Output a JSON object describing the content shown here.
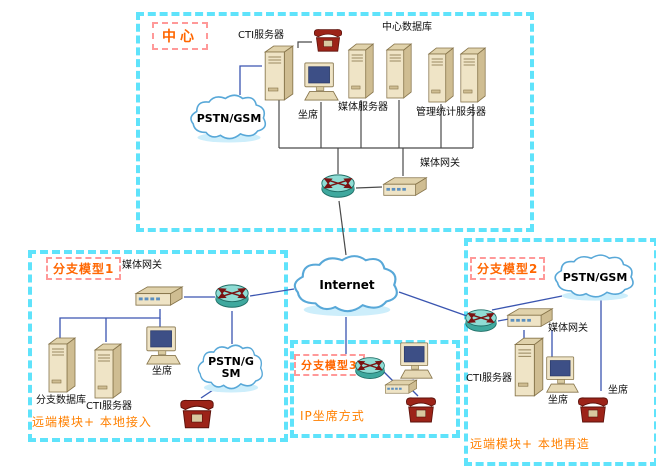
{
  "colors": {
    "group_border": "#5fe3fb",
    "tag_border": "#ff9999",
    "tag_text": "#ff6600",
    "caption_text": "#ff8000",
    "wire_blue": "#3a55b0",
    "wire_dark": "#4a4a4a"
  },
  "icons": {
    "server-icon": "beige tower server case",
    "workstation-icon": "crt monitor with keyboard",
    "phone-icon": "dark red desk telephone",
    "router-icon": "teal cylinder with crossed arrows",
    "switch-icon": "flat beige gateway box",
    "cloud-icon": "blue outlined network cloud"
  },
  "center": {
    "label": "中心",
    "cti_server_label": "CTI服务器",
    "center_db_label": "中心数据库",
    "agent_label": "坐席",
    "media_server_label": "媒体服务器",
    "mgmt_server_label": "管理统计服务器",
    "pstn_label": "PSTN/GSM",
    "media_gateway_label": "媒体网关"
  },
  "internet_label": "Internet",
  "branch1": {
    "label": "分支模型1",
    "media_gateway_label": "媒体网关",
    "branch_db_label": "分支数据库",
    "cti_server_label": "CTI服务器",
    "agent_label": "坐席",
    "pstn_label": "PSTN/GSM",
    "caption": "远端模块+ 本地接入"
  },
  "branch3": {
    "label": "分支模型3",
    "caption": "IP坐席方式"
  },
  "branch2": {
    "label": "分支模型2",
    "pstn_label": "PSTN/GSM",
    "media_gateway_label": "媒体网关",
    "cti_server_label": "CTI服务器",
    "agent_label": "坐席",
    "agent2_label": "坐席",
    "caption": "远端模块+ 本地再造"
  }
}
